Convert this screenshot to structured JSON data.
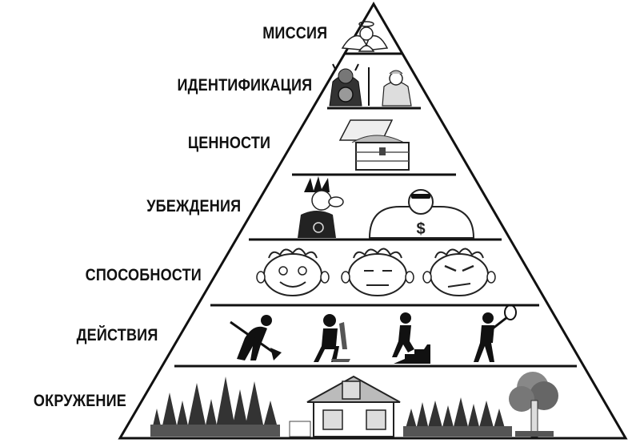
{
  "levels": [
    {
      "label": "МИССИЯ",
      "illustration": "angel-icon"
    },
    {
      "label": "ИДЕНТИФИКАЦИЯ",
      "illustration": "warriors-icon"
    },
    {
      "label": "ЦЕННОСТИ",
      "illustration": "treasure-chest-icon"
    },
    {
      "label": "УБЕЖДЕНИЯ",
      "illustration": "punk-and-rich-man-icon"
    },
    {
      "label": "СПОСОБНОСТИ",
      "illustration": "three-faces-icon"
    },
    {
      "label": "ДЕЙСТВИЯ",
      "illustration": "actions-figures-icon"
    },
    {
      "label": "ОКРУЖЕНИЕ",
      "illustration": "landscape-house-icon"
    }
  ],
  "colors": {
    "outline": "#111111",
    "fill": "#ffffff",
    "ink": "#222222",
    "mid": "#555555",
    "light": "#bbbbbb"
  }
}
